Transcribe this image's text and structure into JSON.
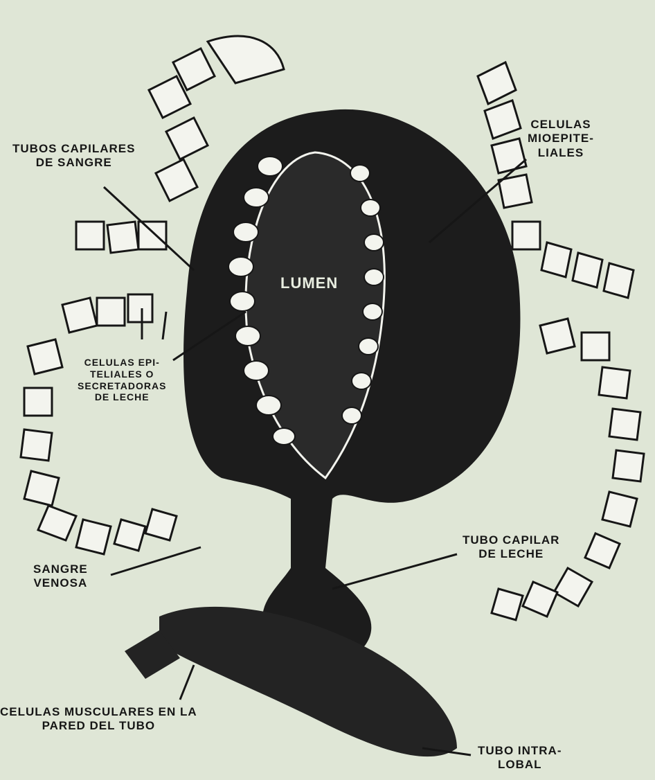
{
  "diagram": {
    "labels": {
      "tubos_capilares": [
        "TUBOS CAPILARES",
        "DE SANGRE"
      ],
      "celulas_mioepiteliales": [
        "CELULAS",
        "MIOEPITE-",
        "LIALES"
      ],
      "lumen": "LUMEN",
      "celulas_epiteliales": [
        "CELULAS EPI-",
        "TELIALES O",
        "SECRETADORAS",
        "DE LECHE"
      ],
      "tubo_capilar_leche": [
        "TUBO CAPILAR",
        "DE LECHE"
      ],
      "sangre_venosa": [
        "SANGRE",
        "VENOSA"
      ],
      "celulas_musculares": [
        "CELULAS MUSCULARES EN LA",
        "PARED DEL TUBO"
      ],
      "tubo_intralobal": [
        "TUBO INTRA-",
        "LOBAL"
      ]
    },
    "colors": {
      "background": "#dfe6d6",
      "ink": "#161616",
      "cell_fill": "#f3f4ee"
    }
  }
}
